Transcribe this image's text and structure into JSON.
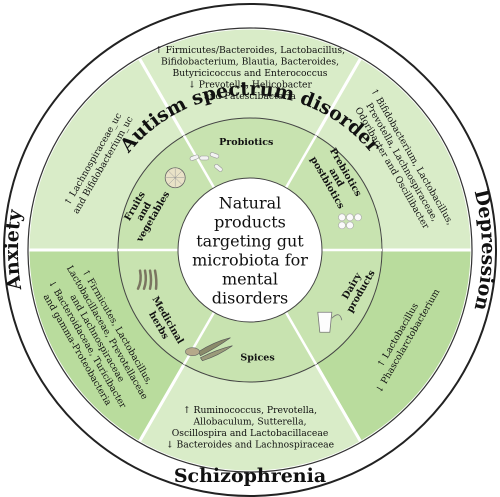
{
  "colors": {
    "outer_ring": "#ffffff",
    "sector_light": "#d9ecc8",
    "sector_dark": "#b9dc9d",
    "inner_ring": "#c8e3b0",
    "center": "#ffffff",
    "border": "#222222"
  },
  "outer_labels": {
    "top": "Autism spectrum disorder",
    "right": "Depression",
    "bottom": "Schizophrenia",
    "left": "Anxiety"
  },
  "center_text": [
    "Natural",
    "products",
    "targeting gut",
    "microbiota for",
    "mental",
    "disorders"
  ],
  "categories": [
    {
      "name": "Probiotics",
      "icon": "capsules-icon"
    },
    {
      "name": "Prebiotics and postbiotics",
      "lines": [
        "Prebiotics",
        "and",
        "postbiotics"
      ],
      "icon": "pills-icon"
    },
    {
      "name": "Dairy products",
      "lines": [
        "Dairy",
        "products"
      ],
      "icon": "milk-glass-icon"
    },
    {
      "name": "Spices",
      "icon": "chili-pepper-icon"
    },
    {
      "name": "Medicinal herbs",
      "lines": [
        "Medicinal",
        "herbs"
      ],
      "icon": "herb-roots-icon"
    },
    {
      "name": "Fruits and vegetables",
      "lines": [
        "Fruits",
        "and",
        "vegetables"
      ],
      "icon": "orange-slice-icon"
    }
  ],
  "sector_texts": {
    "probiotics": [
      "↑ Firmicutes/Bacteroides, Lactobacillus,",
      "Bifidobacterium, Blautia, Bacteroides,",
      "Butyricicoccus and Enterococcus",
      "↓ Prevotella, Helicobacter",
      "and Patescibacteria"
    ],
    "prebiotics": [
      "↑ Bifidobacterium, Lactobacillus,",
      "Prevotella, Lachnospiraceae,",
      "Odoribacter and Oscillibacter"
    ],
    "dairy": [
      "↑ Lactobacillus",
      "↓ Phascolarctobacterium"
    ],
    "spices": [
      "↑ Ruminococcus, Prevotella,",
      "Allobaculum, Sutterella,",
      "Oscillospira and Lactobacillaceae",
      "↓ Bacteroides and Lachnospiraceae"
    ],
    "herbs": [
      "↑ Firmicutes, Lactobacillus,",
      "Lactobacillaceae, Prevotellaceae",
      "and Lachnospiraceae",
      "↓ Bacteroidaceae, Turicibacter",
      "and gamma-Proteobacteria"
    ],
    "fruits": [
      "↑ Lachnospiraceae_uc",
      "and Bifidobacterium_uc"
    ]
  }
}
